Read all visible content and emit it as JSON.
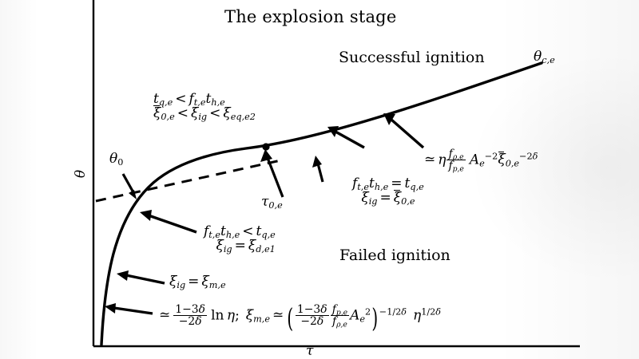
{
  "figure": {
    "title": "The explosion stage",
    "axes": {
      "x_label": "τ",
      "y_label": "θ"
    },
    "regions": {
      "success": "Successful ignition",
      "failure": "Failed ignition"
    },
    "curve_endpoint_label": "θc,e",
    "tangent_label": "θ0",
    "marker_label": "τ0,e",
    "annotations": {
      "upper_left_line1": "tq,e < ft,e th,e",
      "upper_left_line2": "ξ̅0,e < ξig < ξeq,e2",
      "right_eta": "≃ η (fρ,e / fp,e) Ae^-2 ξ̅0,e^-2δ",
      "mid_right_line1": "ft,e th,e = tq,e",
      "mid_right_line2": "ξig = ξ̅0,e",
      "mid_left_line1": "ft,e th,e < tq,e",
      "mid_left_line2": "ξig = ξd,e1",
      "lower_left": "ξig = ξm,e",
      "bottom_formula": "≃ (1-3δ)/(-2δ) ln η;  ξm,e ≃ ((1-3δ)/(-2δ) (fp,e/fρ,e) Ae^2)^-1/2δ η^1/2δ"
    },
    "symbols": {
      "delta": "δ",
      "eta": "η",
      "xi": "ξ",
      "theta": "θ",
      "tau": "τ",
      "rho": "ρ",
      "simeq": "≃",
      "lt": "<",
      "eq": "=",
      "ln": "ln",
      "A": "A",
      "f": "f",
      "t": "t"
    },
    "colors": {
      "ink": "#000000",
      "background": "#ffffff"
    }
  }
}
